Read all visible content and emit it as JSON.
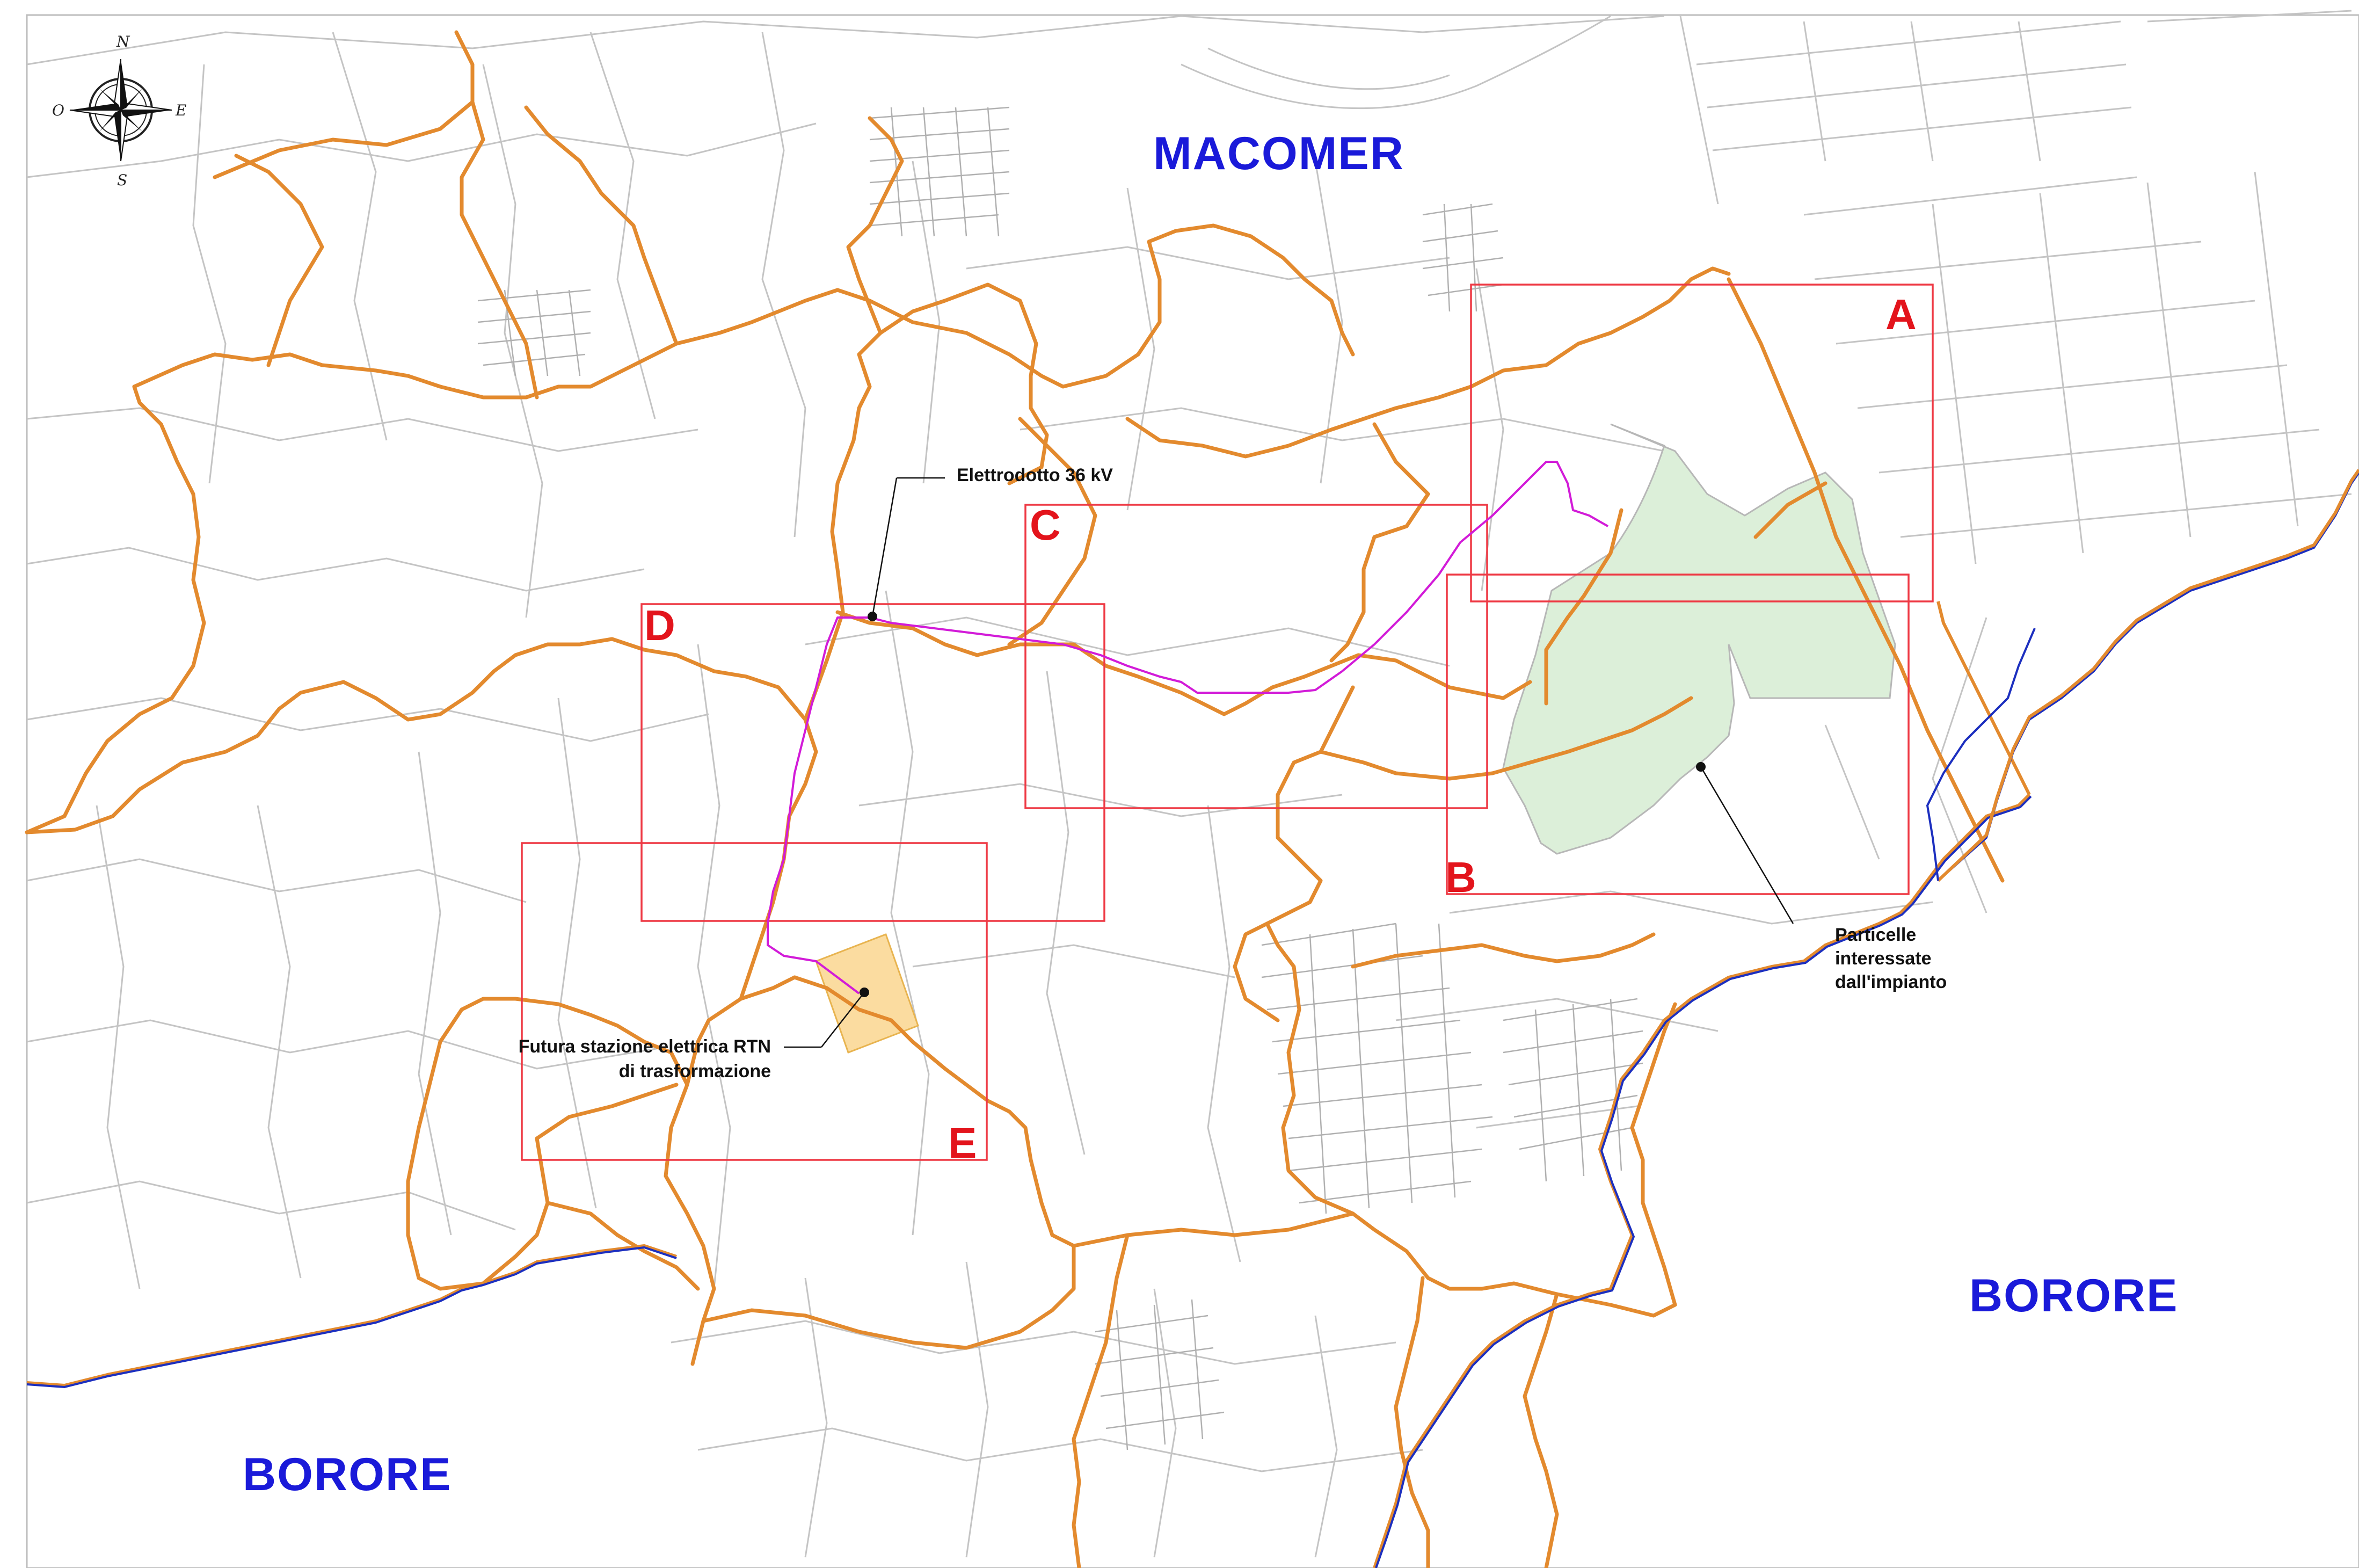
{
  "towns": {
    "north": "MACOMER",
    "east": "BORORE",
    "southwest": "BORORE"
  },
  "sheets": [
    {
      "label": "A"
    },
    {
      "label": "B"
    },
    {
      "label": "C"
    },
    {
      "label": "D"
    },
    {
      "label": "E"
    }
  ],
  "callouts": {
    "cable": "Elettrodotto 36 kV",
    "parcels_line1": "Particelle",
    "parcels_line2": "interessate",
    "parcels_line3": "dall'impianto",
    "station_line1": "Futura stazione elettrica RTN",
    "station_line2": "di trasformazione"
  },
  "compass": {
    "n": "N",
    "s": "S",
    "e": "E",
    "w": "O"
  },
  "colors": {
    "roads": "#e38a2e",
    "municipal_boundary": "#1c2fbf",
    "cable": "#d21bd8",
    "sheet_frames": "#ee3a45",
    "sheet_labels": "#e3141c",
    "town_labels": "#1a1ad9",
    "plant_area": "#dcefd9",
    "station_area": "#fbdca0"
  }
}
